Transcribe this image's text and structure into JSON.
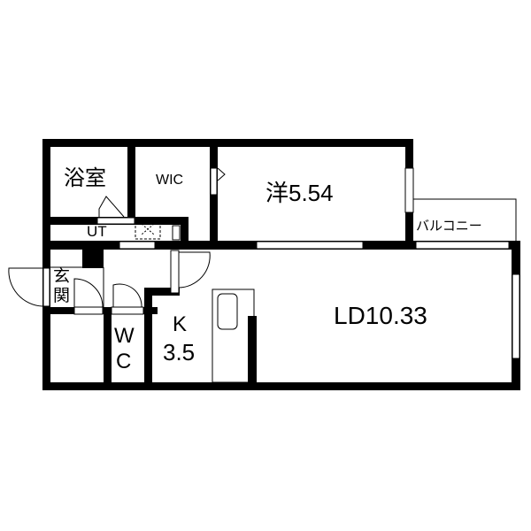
{
  "rooms": {
    "bath": "浴室",
    "wic": "WIC",
    "western": "洋5.54",
    "balcony": "バルコニー",
    "ut": "UT",
    "entrance_1": "玄",
    "entrance_2": "関",
    "wc_1": "W",
    "wc_2": "C",
    "kitchen_1": "K",
    "kitchen_2": "3.5",
    "ld": "LD10.33"
  },
  "colors": {
    "wall": "#000000",
    "background": "#ffffff"
  }
}
